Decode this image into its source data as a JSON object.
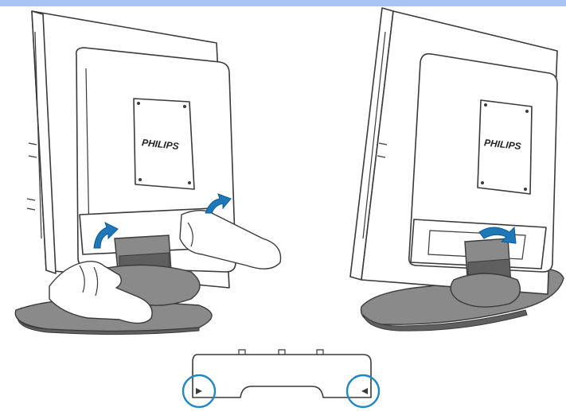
{
  "top_bar": {
    "color": "#a8c4f0"
  },
  "illustration": {
    "brand_label": "PHILIPS",
    "colors": {
      "outline": "#3a3a3a",
      "arrow": "#1e78b8",
      "arrow_dark": "#0b5a96",
      "stand": "#8a8a8a",
      "stand_dark": "#5f5f5f",
      "highlight_circle": "#1f86c8",
      "monitor_fill": "#ffffff"
    },
    "steps": [
      {
        "name": "remove-cover-hands",
        "icon": "hands-lifting-cover"
      },
      {
        "name": "cover-removed",
        "icon": "curved-arrow"
      }
    ],
    "detail": {
      "name": "cover-clip-detail",
      "icon": "highlight-circles"
    }
  }
}
